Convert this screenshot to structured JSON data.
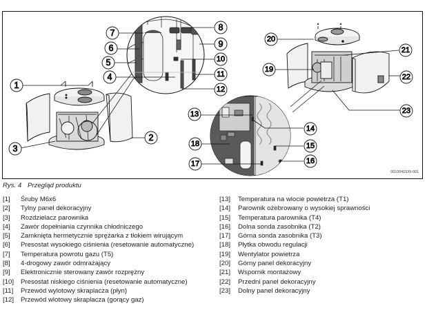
{
  "figure": {
    "id_code": "0010041539-001",
    "callouts": [
      "1",
      "2",
      "3",
      "4",
      "5",
      "6",
      "7",
      "8",
      "9",
      "10",
      "11",
      "12",
      "13",
      "14",
      "15",
      "16",
      "17",
      "18",
      "19",
      "20",
      "21",
      "22",
      "23"
    ]
  },
  "caption": {
    "number": "Rys. 4",
    "title": "Przegląd produktu"
  },
  "legend": {
    "left": [
      {
        "index": "[1]",
        "label": "Śruby M6x6"
      },
      {
        "index": "[2]",
        "label": "Tylny panel dekoracyjny"
      },
      {
        "index": "[3]",
        "label": "Rozdzielacz parownika"
      },
      {
        "index": "[4]",
        "label": "Zawór dopełniania czynnika chłodniczego"
      },
      {
        "index": "[5]",
        "label": "Zamknięta hermetycznie sprężarka z tłokiem wirującym"
      },
      {
        "index": "[6]",
        "label": "Presostat wysokiego ciśnienia (resetowanie automatyczne)"
      },
      {
        "index": "[7]",
        "label": "Temperatura powrotu gazu (T5)"
      },
      {
        "index": "[8]",
        "label": "4-drogowy zawór odmrażający"
      },
      {
        "index": "[9]",
        "label": "Elektronicznie sterowany zawór rozprężny"
      },
      {
        "index": "[10]",
        "label": "Presostat niskiego ciśnienia (resetowanie automatyczne)"
      },
      {
        "index": "[11]",
        "label": "Przewód wylotowy skraplacza (płyn)"
      },
      {
        "index": "[12]",
        "label": "Przewód wlotowy skraplacza (gorący gaz)"
      }
    ],
    "right": [
      {
        "index": "[13]",
        "label": "Temperatura na wlocie powietrza (T1)"
      },
      {
        "index": "[14]",
        "label": "Parownik ożebrowany o wysokiej sprawności"
      },
      {
        "index": "[15]",
        "label": "Temperatura parownika (T4)"
      },
      {
        "index": "[16]",
        "label": "Dolna sonda zasobnika (T2)"
      },
      {
        "index": "[17]",
        "label": "Górna sonda zasobnika (T3)"
      },
      {
        "index": "[18]",
        "label": "Płytka obwodu regulacji"
      },
      {
        "index": "[19]",
        "label": "Wentylator powietrza"
      },
      {
        "index": "[20]",
        "label": "Górny panel dekoracyjny"
      },
      {
        "index": "[21]",
        "label": "Wspornik montażowy"
      },
      {
        "index": "[22]",
        "label": "Przedni panel dekoracyjny"
      },
      {
        "index": "[23]",
        "label": "Dolny panel dekoracyjny"
      }
    ]
  }
}
